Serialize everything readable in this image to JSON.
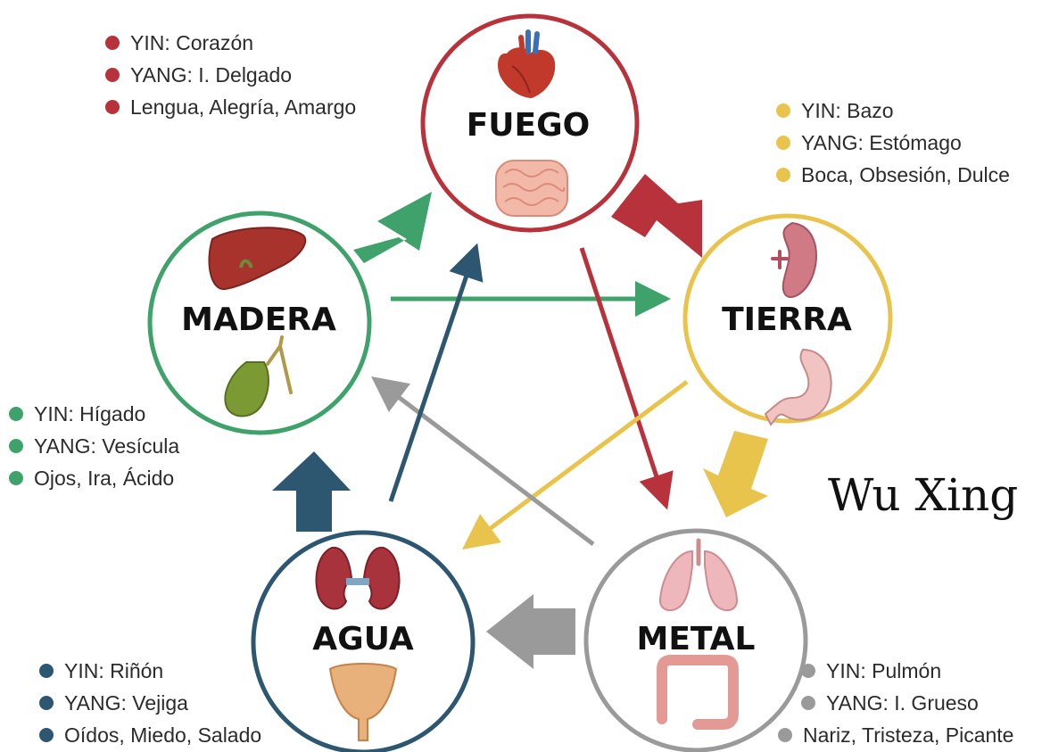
{
  "title": "Wu Xing",
  "elements": {
    "fuego": {
      "name": "FUEGO",
      "color": "#b8323c",
      "organs": [
        "heart-icon",
        "small-intestine-icon"
      ],
      "yin": "YIN: Corazón",
      "yang": "YANG: I. Delgado",
      "assoc": "Lengua, Alegría, Amargo"
    },
    "tierra": {
      "name": "TIERRA",
      "color": "#e9c44d",
      "organs": [
        "spleen-icon",
        "stomach-icon"
      ],
      "yin": "YIN: Bazo",
      "yang": "YANG: Estómago",
      "assoc": "Boca, Obsesión, Dulce"
    },
    "metal": {
      "name": "METAL",
      "color": "#9a9a9a",
      "organs": [
        "lungs-icon",
        "large-intestine-icon"
      ],
      "yin": "YIN: Pulmón",
      "yang": "YANG: I. Grueso",
      "assoc": "Nariz, Tristeza, Picante"
    },
    "agua": {
      "name": "AGUA",
      "color": "#2d5670",
      "organs": [
        "kidneys-icon",
        "bladder-icon"
      ],
      "yin": "YIN: Riñón",
      "yang": "YANG: Vejiga",
      "assoc": "Oídos, Miedo, Salado"
    },
    "madera": {
      "name": "MADERA",
      "color": "#3fa26b",
      "organs": [
        "liver-icon",
        "gallbladder-icon"
      ],
      "yin": "YIN: Hígado",
      "yang": "YANG: Vesícula",
      "assoc": "Ojos, Ira, Ácido"
    }
  },
  "generating_cycle": [
    {
      "from": "madera",
      "to": "fuego"
    },
    {
      "from": "fuego",
      "to": "tierra"
    },
    {
      "from": "tierra",
      "to": "metal"
    },
    {
      "from": "metal",
      "to": "agua"
    },
    {
      "from": "agua",
      "to": "madera"
    }
  ],
  "controlling_cycle": [
    {
      "from": "madera",
      "to": "tierra"
    },
    {
      "from": "fuego",
      "to": "metal"
    },
    {
      "from": "tierra",
      "to": "agua"
    },
    {
      "from": "metal",
      "to": "madera"
    },
    {
      "from": "agua",
      "to": "fuego"
    }
  ]
}
